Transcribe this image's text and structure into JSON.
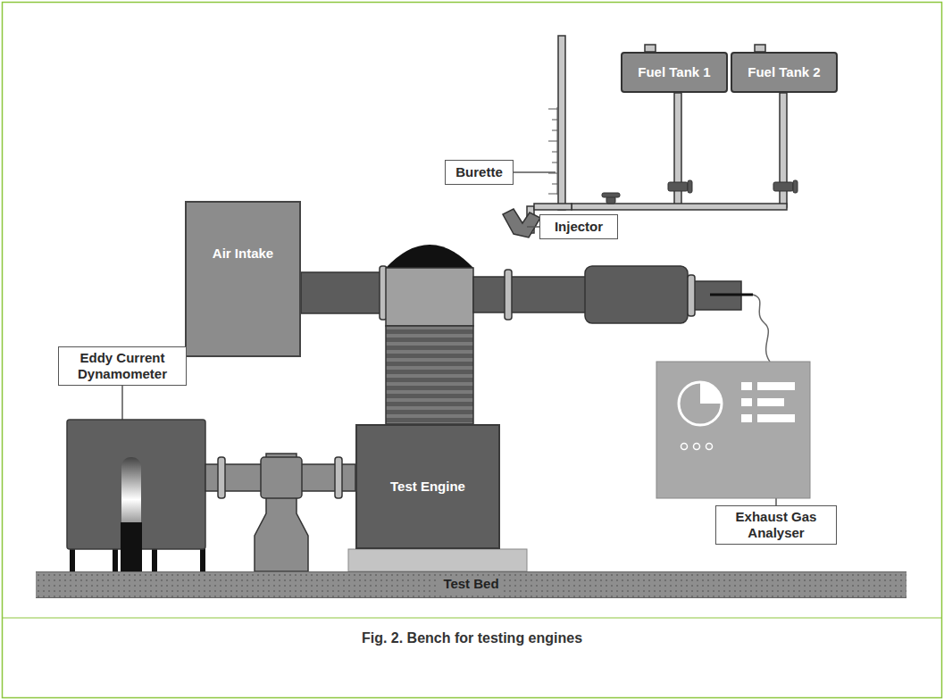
{
  "diagram": {
    "caption": "Fig. 2. Bench for testing engines",
    "nodes": [
      {
        "text": [
          "Fuel Tank 1"
        ]
      },
      {
        "text": [
          "Fuel Tank 2"
        ]
      },
      {
        "text": [
          "Burette"
        ]
      },
      {
        "text": [
          "Air Intake"
        ]
      },
      {
        "text": [
          "Injector"
        ]
      },
      {
        "text": [
          "Eddy Current Dynamometer"
        ]
      },
      {
        "text": [
          "Test Engine"
        ]
      },
      {
        "text": [
          "Exhaust Gas Analyser"
        ]
      },
      {
        "text": [
          "Test Bed"
        ]
      }
    ]
  }
}
